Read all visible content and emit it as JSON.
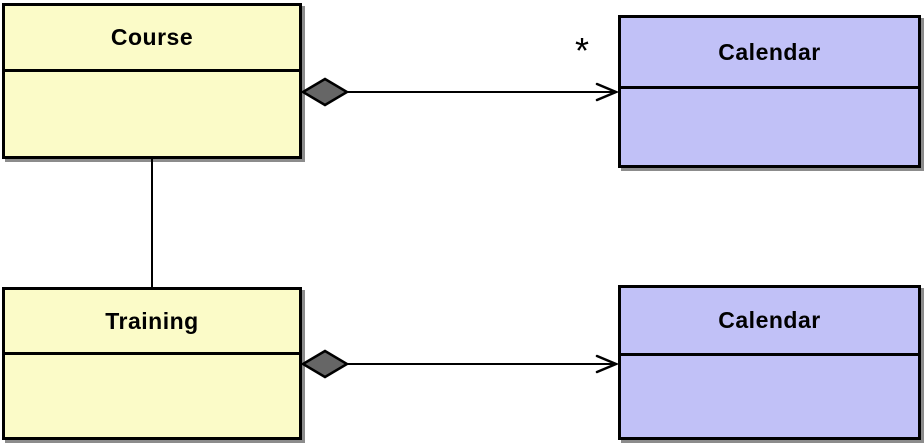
{
  "diagram": {
    "kind": "uml-class-diagram",
    "background": "#ffffff",
    "classes": [
      {
        "name": "Course",
        "fill": "#fbfbc8",
        "attributes": []
      },
      {
        "name": "Calendar",
        "fill": "#c1c1f7",
        "attributes": []
      },
      {
        "name": "Training",
        "fill": "#fbfbc8",
        "attributes": []
      },
      {
        "name": "Calendar",
        "fill": "#c1c1f7",
        "attributes": []
      }
    ],
    "relations": [
      {
        "from": "Course",
        "to": "Calendar",
        "type": "aggregation",
        "arrow": "open",
        "target_multiplicity": "*"
      },
      {
        "from": "Training",
        "to": "Calendar",
        "type": "aggregation",
        "arrow": "open",
        "target_multiplicity": ""
      },
      {
        "from": "Course",
        "to": "Training",
        "type": "association",
        "arrow": "none",
        "target_multiplicity": ""
      }
    ],
    "colors": {
      "class_yellow": "#fbfbc8",
      "class_purple": "#c1c1f7",
      "border": "#000000",
      "diamond_fill": "#666666",
      "line": "#000000",
      "text": "#000000"
    }
  }
}
